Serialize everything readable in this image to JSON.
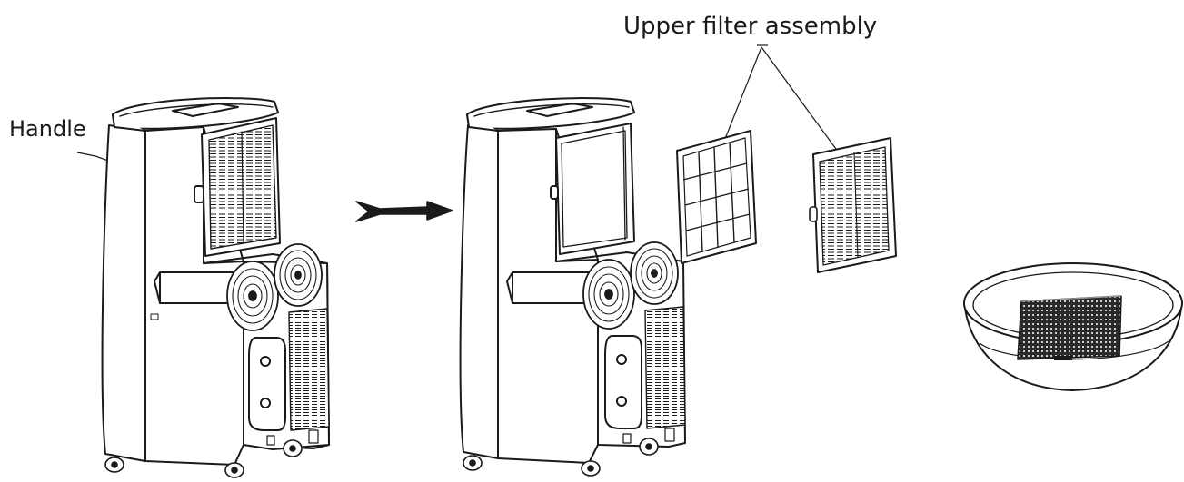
{
  "labels": {
    "handle": "Handle",
    "upper_filter_assembly": "Upper filter assembly"
  },
  "colors": {
    "line": "#1a1a1a",
    "background": "#ffffff",
    "highlight": "#9a9a9a"
  },
  "steps": [
    {
      "name": "air-conditioner-with-filter"
    },
    {
      "name": "air-conditioner-filter-removed"
    },
    {
      "name": "filter-soaking-in-basin"
    }
  ]
}
